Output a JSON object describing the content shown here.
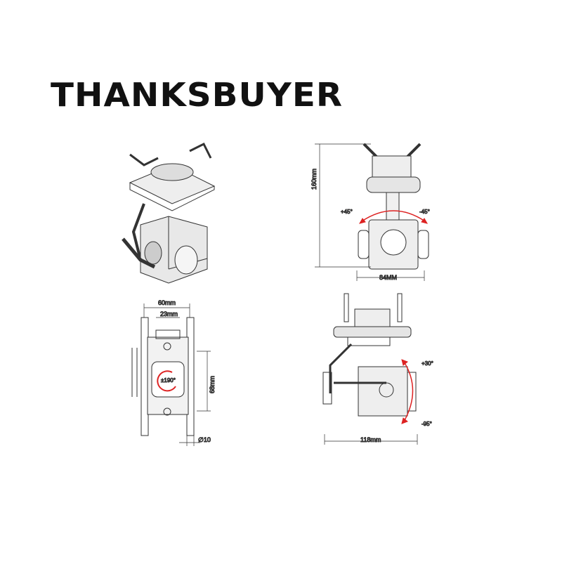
{
  "brand": {
    "logo_text": "THANKSBUYER"
  },
  "views": {
    "front": {
      "height": "160mm",
      "width": "84MM",
      "pan_left": "+45°",
      "pan_right": "-45°"
    },
    "bottom": {
      "width_outer": "60mm",
      "width_inner": "23mm",
      "height": "68mm",
      "roll": "±190°",
      "rod_diameter": "∅10"
    },
    "side": {
      "width": "118mm",
      "tilt_up": "+30°",
      "tilt_down": "-95°"
    }
  },
  "colors": {
    "line": "#333333",
    "accent": "#d42020"
  }
}
